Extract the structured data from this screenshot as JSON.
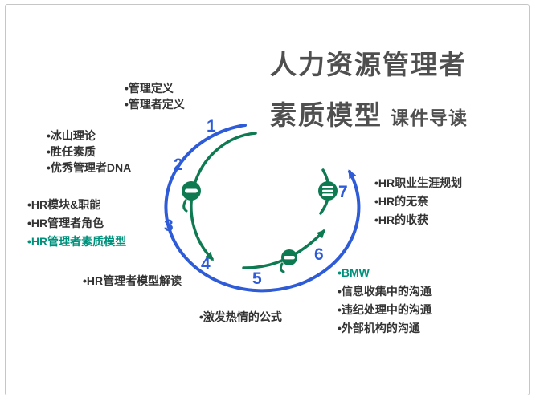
{
  "title": {
    "line1": "人力资源管理者",
    "line2": "素质模型",
    "suffix": "课件导读"
  },
  "numbers": [
    "1",
    "2",
    "3",
    "4",
    "5",
    "6",
    "7"
  ],
  "labels": {
    "g1": {
      "items": [
        "•管理定义",
        "•管理者定义"
      ]
    },
    "g2": {
      "items": [
        "•冰山理论",
        "•胜任素质",
        "•优秀管理者DNA"
      ]
    },
    "g3": {
      "items": [
        "•HR模块&职能",
        "•HR管理者角色",
        "•HR管理者素质模型"
      ]
    },
    "g4": {
      "items": [
        "•HR管理者模型解读"
      ]
    },
    "g5": {
      "items": [
        "•激发热情的公式"
      ]
    },
    "g6": {
      "items": [
        "•BMW",
        "•信息收集中的沟通",
        "•违纪处理中的沟通",
        "•外部机构的沟通"
      ]
    },
    "g7": {
      "items": [
        "•HR职业生涯规划",
        "•HR的无奈",
        "•HR的收获"
      ]
    }
  },
  "icons": {
    "badge_left": "minus-circle-icon",
    "badge_right": "lines-circle-icon",
    "badge_bottom": "minus-circle-icon"
  },
  "colors": {
    "circle_blue": "#2e5bd8",
    "arc_green": "#0e7a52",
    "accent_teal": "#00917c",
    "title_gray": "#4f4f4f",
    "text_dark": "#333333"
  }
}
